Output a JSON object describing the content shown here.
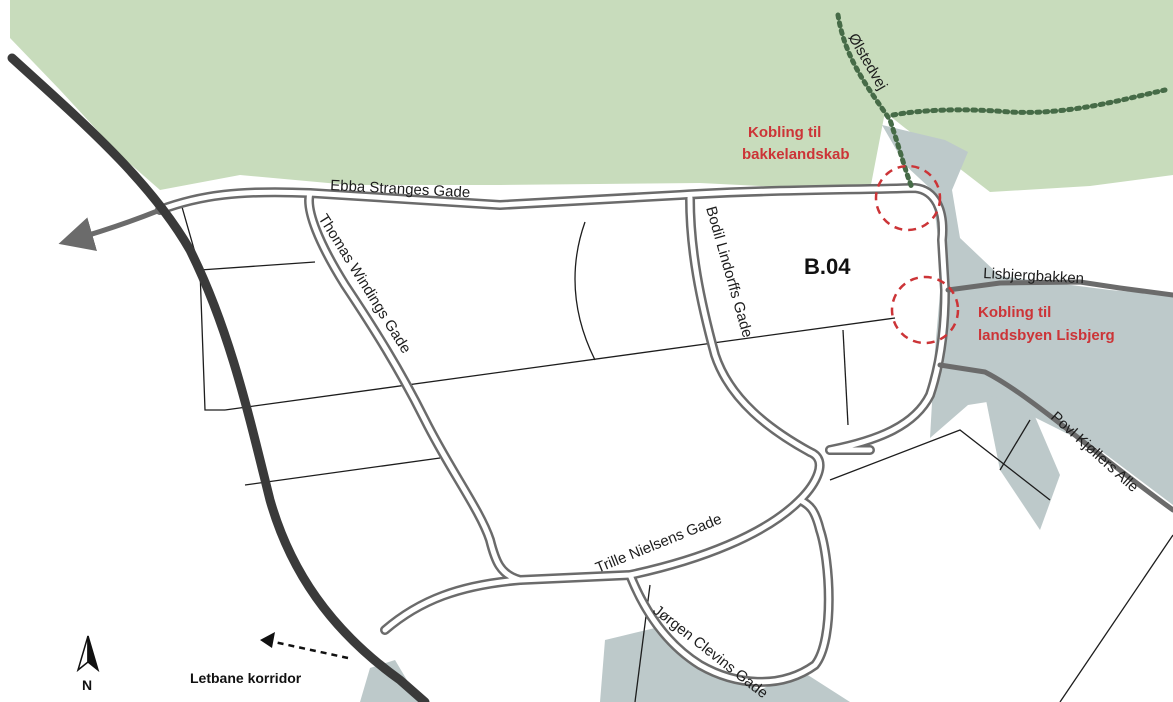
{
  "colors": {
    "green_area": "#c8dcbc",
    "water_area": "#bdc9ca",
    "road_outer": "#6b6b6b",
    "road_inner": "#ffffff",
    "rail": "#3a3a3a",
    "parcel_line": "#1d1d1d",
    "path_dotted": "#466b47",
    "highlight_red": "#cc3437",
    "text": "#1d1d1d"
  },
  "streets": {
    "ebba": "Ebba Stranges Gade",
    "thomas": "Thomas Windings Gade",
    "bodil": "Bodil Lindorffs Gade",
    "trille": "Trille Nielsens Gade",
    "jorgen": "Jørgen Clevins Gade",
    "lisbjergbakken": "Lisbjergbakken",
    "povl": "Povl Kjøllers Alle",
    "olstedvej": "Ølstedvej"
  },
  "callouts": {
    "bakke_line1": "Kobling til",
    "bakke_line2": "bakkelandskab",
    "landsby_line1": "Kobling til",
    "landsby_line2": "landsbyen Lisbjerg"
  },
  "plot_label": "B.04",
  "letbane_label": "Letbane korridor",
  "compass_label": "N",
  "icons": {
    "compass": "north-arrow-icon",
    "west_arrow": "arrow-left-icon",
    "letbane_arrow": "dashed-arrow-icon"
  }
}
